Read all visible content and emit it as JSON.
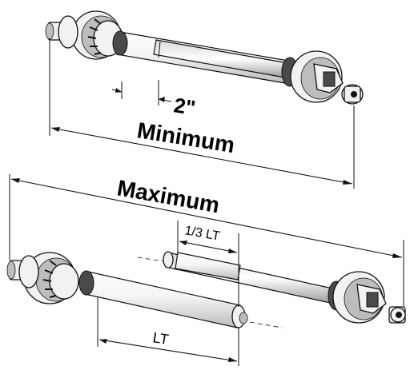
{
  "labels": {
    "gap": "2\"",
    "minimum": "Minimum",
    "maximum": "Maximum",
    "third_lt": "1/3 LT",
    "lt": "LT"
  },
  "colors": {
    "ink": "#111111",
    "tube_light": "#f4f4f4",
    "tube_mid": "#cfcfcf",
    "metal_dark": "#4a4a4a"
  }
}
